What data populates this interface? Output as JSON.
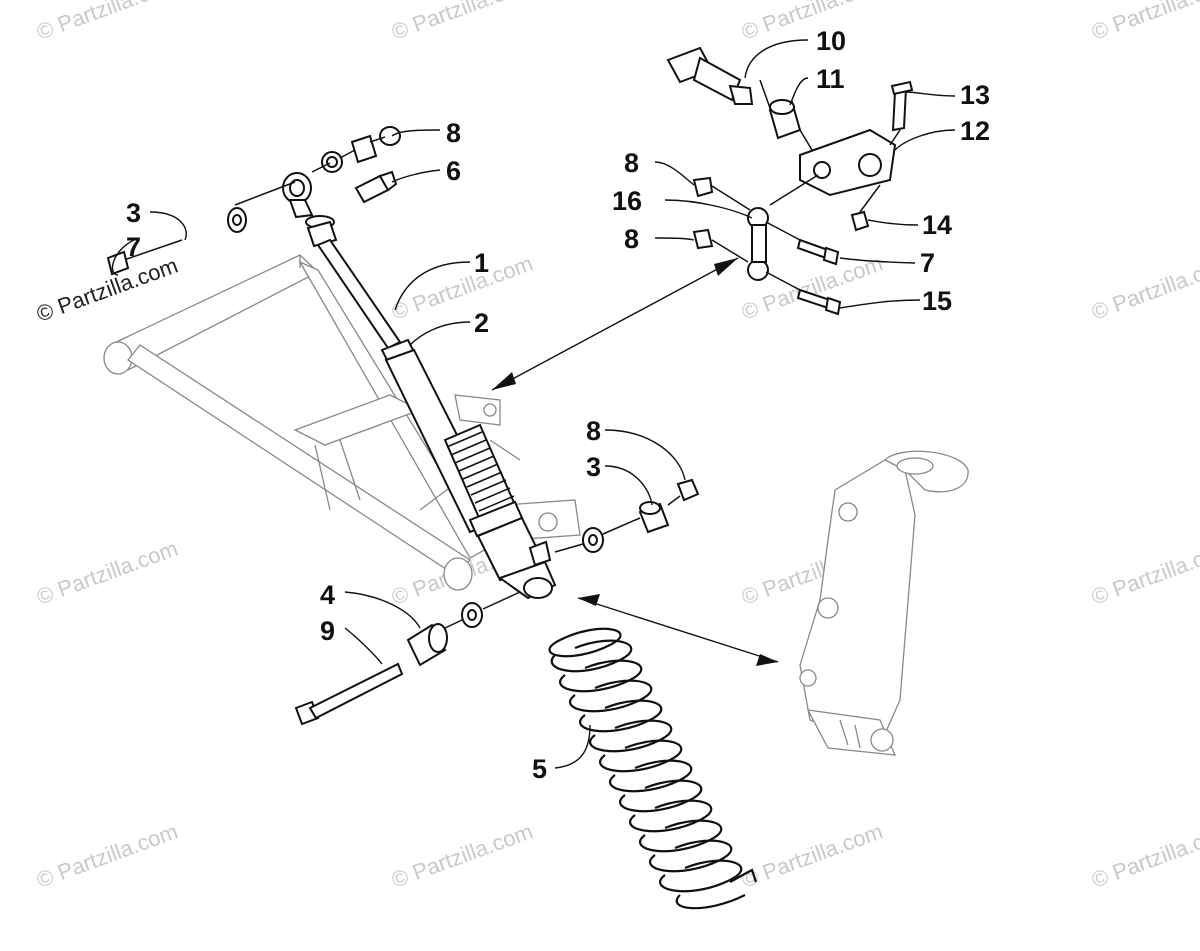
{
  "watermark": {
    "text": "© Partzilla.com",
    "text_dark": "© Partzilla.com"
  },
  "callouts": {
    "c1": "1",
    "c2": "2",
    "c3a": "3",
    "c3b": "3",
    "c4": "4",
    "c5": "5",
    "c6": "6",
    "c7a": "7",
    "c7b": "7",
    "c8a": "8",
    "c8b": "8",
    "c8c": "8",
    "c8d": "8",
    "c9": "9",
    "c10": "10",
    "c11": "11",
    "c12": "12",
    "c13": "13",
    "c14": "14",
    "c15": "15",
    "c16": "16"
  }
}
